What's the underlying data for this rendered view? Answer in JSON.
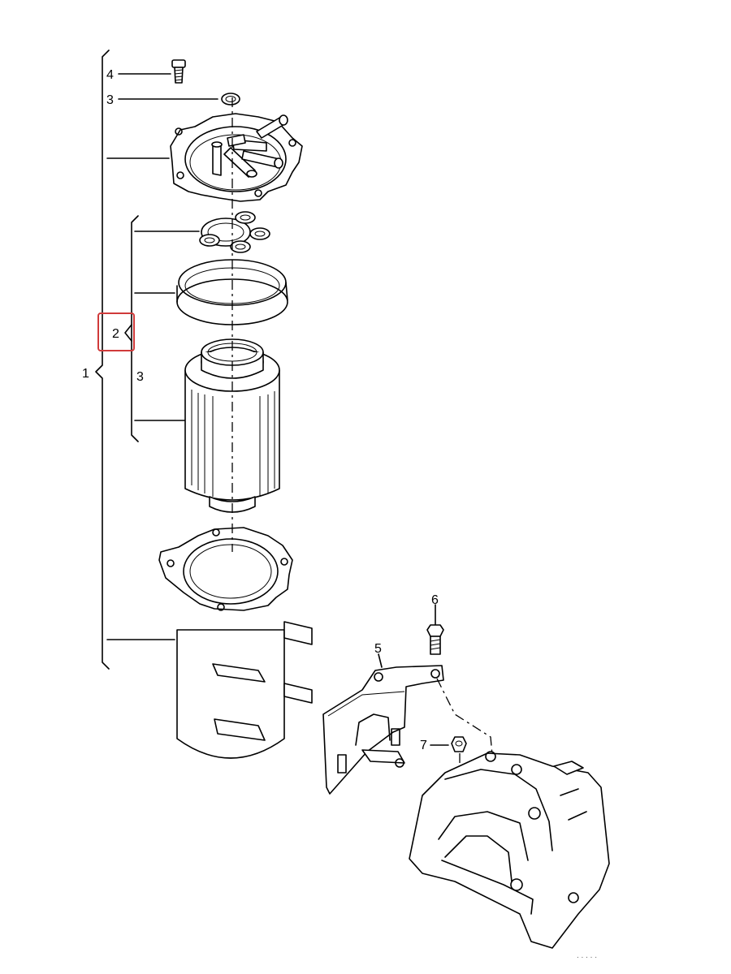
{
  "callouts": {
    "c1": "1",
    "c2": "2",
    "c3a": "3",
    "c3b": "3",
    "c4": "4",
    "c5": "5",
    "c6": "6",
    "c7": "7"
  },
  "highlight": {
    "target": "2",
    "color": "#d03a3a"
  },
  "footer_mark": ". . . . ."
}
